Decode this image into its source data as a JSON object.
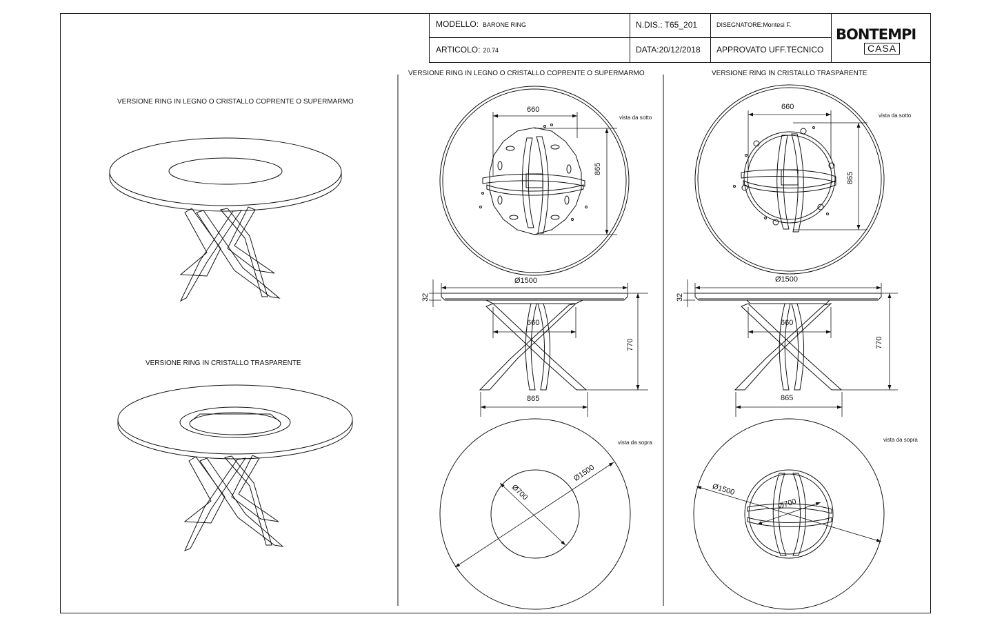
{
  "title_block": {
    "modello_label": "MODELLO:",
    "modello_value": "BARONE RING",
    "articolo_label": "ARTICOLO:",
    "articolo_value": "20.74",
    "ndis_label": "N.DIS.:",
    "ndis_value": "T65_201",
    "data_label": "DATA:",
    "data_value": "20/12/2018",
    "disegnatore_label": "DISEGNATORE:",
    "disegnatore_value": "Montesi F.",
    "approvato": "APPROVATO UFF.TECNICO",
    "logo_main": "BONTEMPI",
    "logo_sub": "CASA"
  },
  "captions": {
    "left_opaque": "VERSIONE RING IN LEGNO O CRISTALLO COPRENTE O SUPERMARMO",
    "left_transparent": "VERSIONE RING IN CRISTALLO TRASPARENTE",
    "mid_header": "VERSIONE RING IN LEGNO O CRISTALLO COPRENTE O SUPERMARMO",
    "right_header": "VERSIONE RING IN CRISTALLO TRASPARENTE"
  },
  "views": {
    "bottom_mid": "vista da sotto",
    "bottom_right": "vista da sotto",
    "top_mid": "vista da sopra",
    "top_right": "vista da sopra"
  },
  "dimensions": {
    "d660": "660",
    "d865": "865",
    "d1500": "Ø1500",
    "d32": "32",
    "d770": "770",
    "d700": "Ø700"
  },
  "colors": {
    "line": "#111111",
    "background": "#ffffff"
  }
}
